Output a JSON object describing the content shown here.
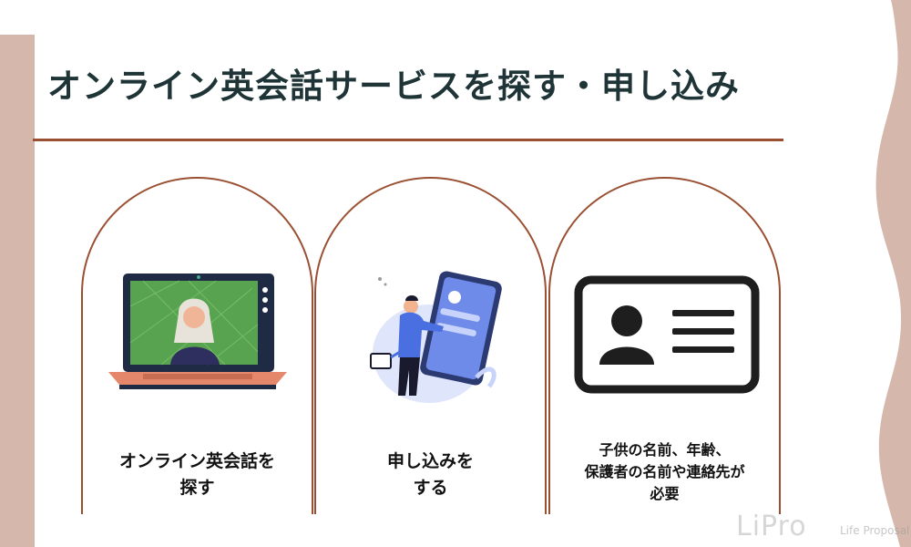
{
  "header": {
    "title": "オンライン英会話サービスを探す・申し込み"
  },
  "cards": [
    {
      "label_lines": [
        "オンライン英会話を",
        "探す"
      ],
      "icon": "laptop-video-call-illustration"
    },
    {
      "label_lines": [
        "申し込みを",
        "する"
      ],
      "icon": "person-signup-tablet-illustration"
    },
    {
      "label_lines": [
        "子供の名前、年齢、",
        "保護者の名前や連絡先が",
        "必要"
      ],
      "icon": "id-card-icon"
    }
  ],
  "watermark": {
    "logo": "LiPro",
    "tagline": "Life Proposal"
  },
  "colors": {
    "accent": "#9a4f32",
    "band": "#d5b8ab",
    "title": "#1f3436"
  }
}
